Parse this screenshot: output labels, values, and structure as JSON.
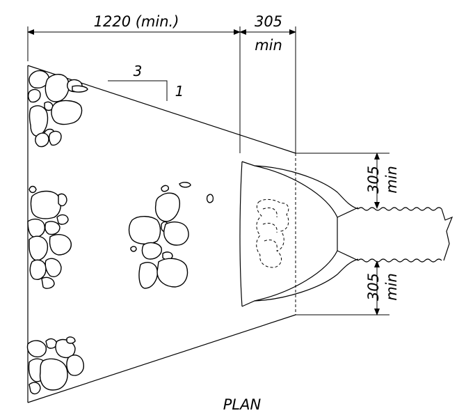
{
  "dimensions": {
    "apron_length": "1220 (min.)",
    "top_width": "305",
    "top_width_unit": "min",
    "pipe_clear_upper": "305",
    "pipe_clear_upper_unit": "min",
    "pipe_clear_lower": "305",
    "pipe_clear_lower_unit": "min"
  },
  "slope": {
    "run": "3",
    "rise": "1"
  },
  "caption": "PLAN"
}
